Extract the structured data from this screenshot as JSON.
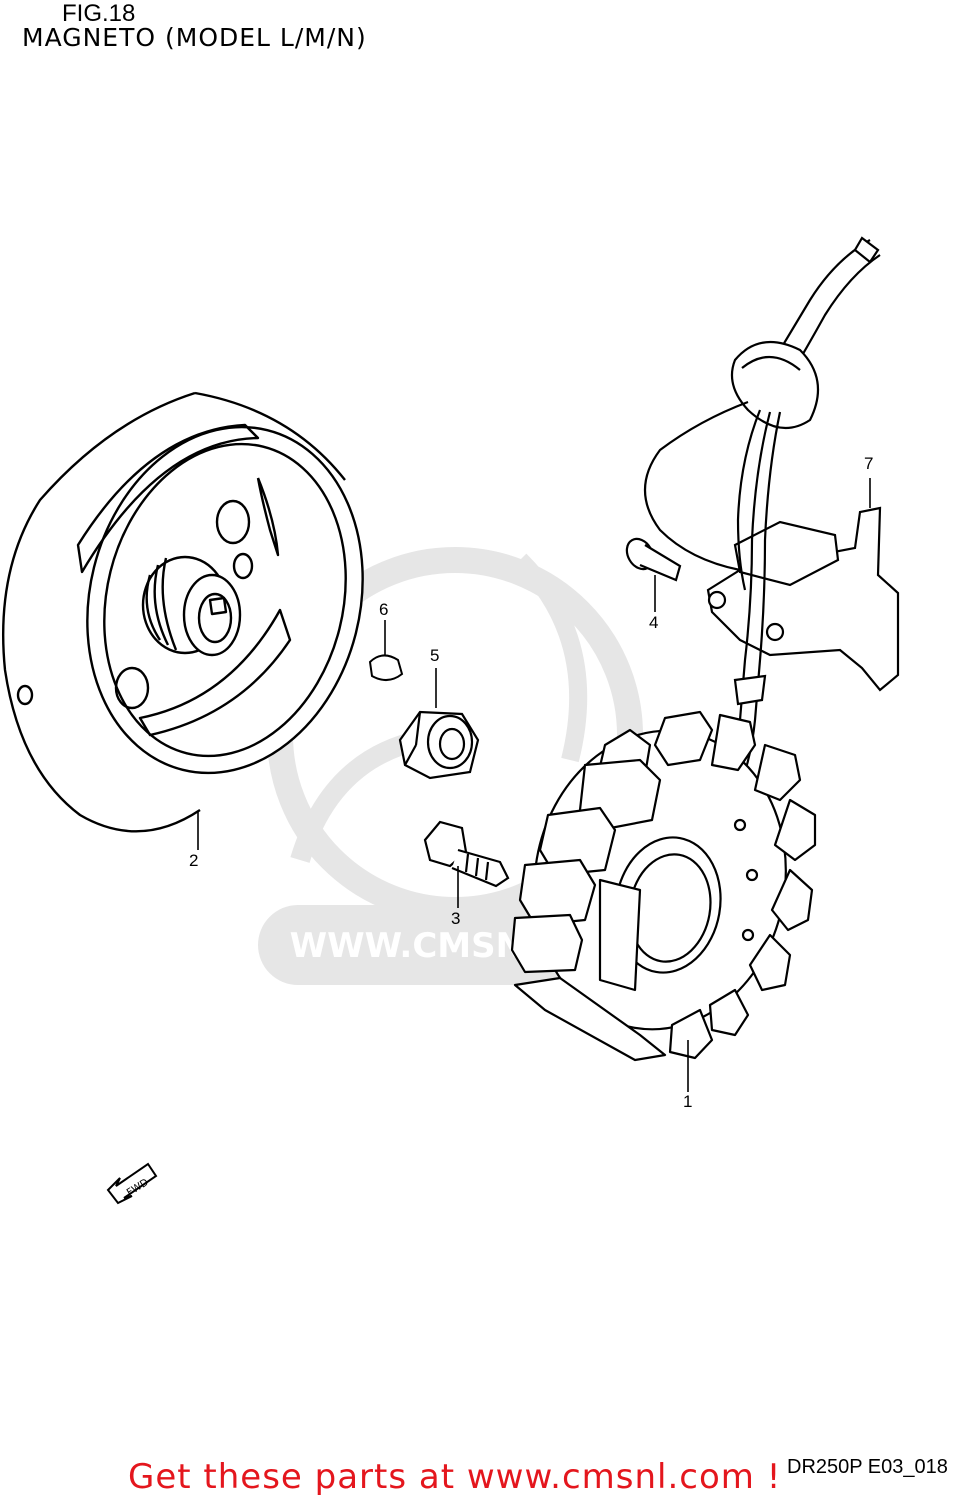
{
  "figure": {
    "number": "FIG.18",
    "title": "MAGNETO (MODEL L/M/N)"
  },
  "callouts": [
    {
      "id": "part-1",
      "label": "1",
      "part": "stator"
    },
    {
      "id": "part-2",
      "label": "2",
      "part": "rotor"
    },
    {
      "id": "part-3",
      "label": "3",
      "part": "bolt"
    },
    {
      "id": "part-4",
      "label": "4",
      "part": "screw"
    },
    {
      "id": "part-5",
      "label": "5",
      "part": "nut"
    },
    {
      "id": "part-6",
      "label": "6",
      "part": "key"
    },
    {
      "id": "part-7",
      "label": "7",
      "part": "clamp"
    }
  ],
  "direction_badge": {
    "label": "FWD",
    "icon": "fwd-arrow-icon"
  },
  "watermark": {
    "text": "WWW.CMSNL.COM",
    "logo": "cmsnl-logo"
  },
  "catalog_code": "DR250P E03_018",
  "promo_banner": {
    "text": "Get these parts at www.cmsnl.com !",
    "color": "#e4161d"
  },
  "colors": {
    "line": "#000000",
    "watermark": "#e6e6e6",
    "promo": "#e4161d"
  }
}
